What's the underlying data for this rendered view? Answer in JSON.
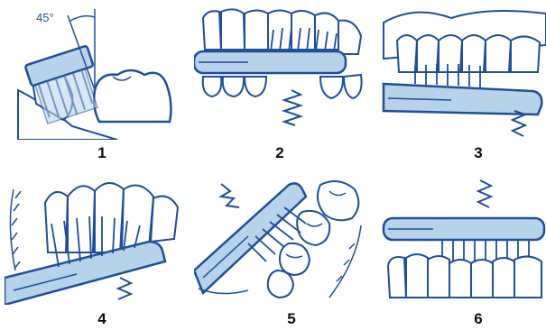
{
  "colors": {
    "outline": "#1f4e9a",
    "brush_fill": "#b7d3ea",
    "tooth_fill": "#ffffff",
    "background": "#ffffff",
    "label": "#0d0d0d"
  },
  "panels": [
    {
      "step": "1",
      "annotation": "45°"
    },
    {
      "step": "2"
    },
    {
      "step": "3"
    },
    {
      "step": "4"
    },
    {
      "step": "5"
    },
    {
      "step": "6"
    }
  ]
}
